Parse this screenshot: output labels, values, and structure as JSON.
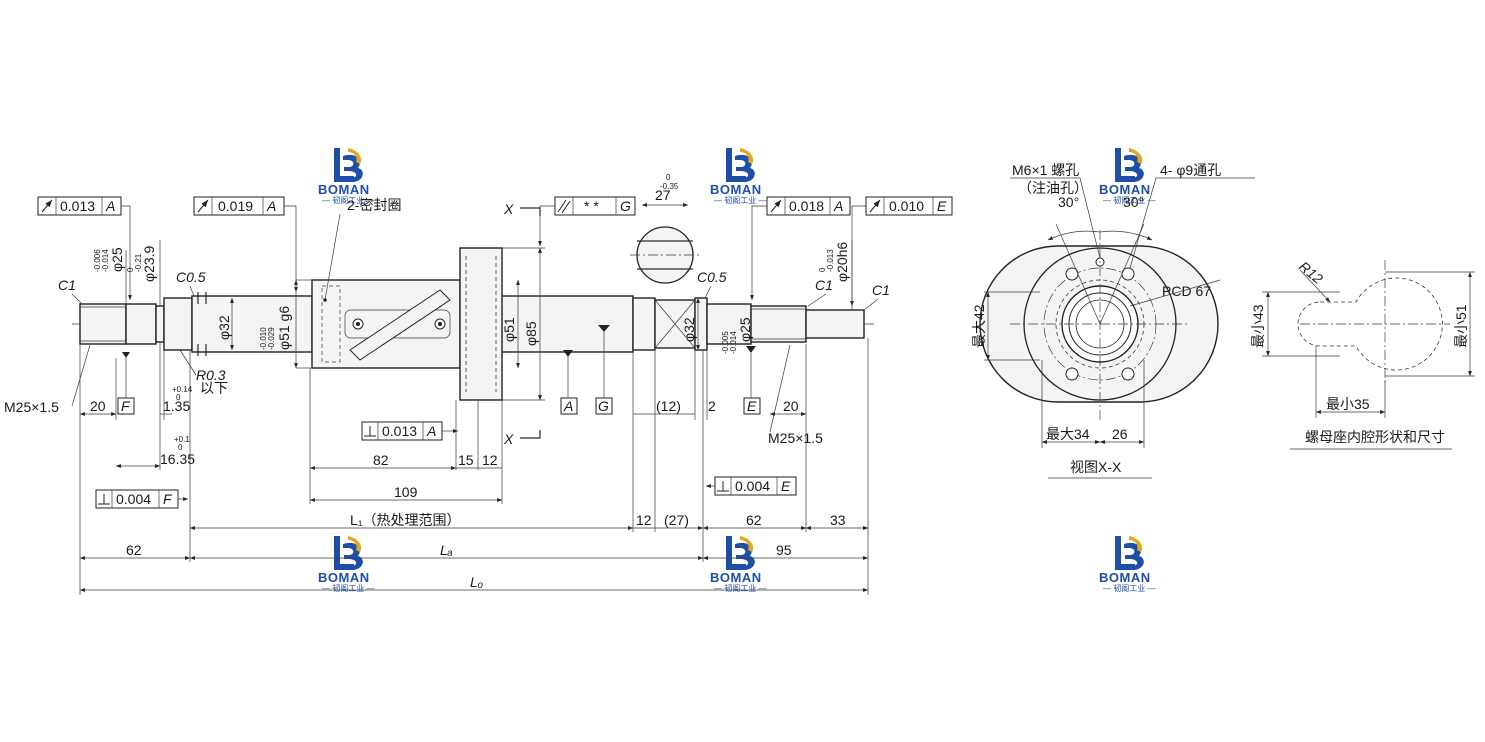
{
  "brand": {
    "name": "BOMAN",
    "subtitle": "— 韧阁工业 —",
    "color_blue": "#1e4fa8",
    "color_gold": "#e0a81f"
  },
  "tolerance_frames": {
    "runout_left": {
      "value": "0.013",
      "datum": "A"
    },
    "runout_mid": {
      "value": "0.019",
      "datum": "A"
    },
    "parallel_nut": {
      "value": "* *",
      "datum": "G"
    },
    "runout_right1": {
      "value": "0.018",
      "datum": "A"
    },
    "runout_right2": {
      "value": "0.010",
      "datum": "E"
    },
    "perp_nut": {
      "value": "0.013",
      "datum": "A"
    },
    "perp_left": {
      "value": "0.004",
      "datum": "F"
    },
    "perp_right": {
      "value": "0.004",
      "datum": "E"
    }
  },
  "labels": {
    "seal": "2-密封圈",
    "section_mark": "X",
    "c1": "C1",
    "c05": "C0.5",
    "r03": "R0.3",
    "r03_note": "以下",
    "thread": "M25×1.5",
    "datum_a": "A",
    "datum_g": "G",
    "datum_e": "E",
    "datum_f": "F",
    "heat_treat": "L₁（热处理范围）",
    "la": "Lₐ",
    "lo": "Lₒ"
  },
  "dims": {
    "phi25_left": "φ25",
    "phi25_left_tol_hi": "-0.006",
    "phi25_left_tol_lo": "-0.014",
    "phi23_9": "φ23.9",
    "phi23_9_tol_hi": "0",
    "phi23_9_tol_lo": "-0.21",
    "phi32": "φ32",
    "phi51g6": "φ51 g6",
    "phi51g6_tol_hi": "-0.010",
    "phi51g6_tol_lo": "-0.029",
    "phi51": "φ51",
    "phi85": "φ85",
    "flat_27": "27",
    "flat_27_tol_hi": "0",
    "flat_27_tol_lo": "-0.35",
    "phi32_r": "φ32",
    "phi25_r": "φ25",
    "phi25_r_tol_hi": "-0.005",
    "phi25_r_tol_lo": "-0.014",
    "phi20h6": "φ20h6",
    "phi20h6_tol_hi": "0",
    "phi20h6_tol_lo": "-0.013",
    "d20_left": "20",
    "d1_35": "1.35",
    "d1_35_tol_hi": "+0.14",
    "d1_35_tol_lo": "0",
    "d16_35": "16.35",
    "d16_35_tol_hi": "+0.1",
    "d16_35_tol_lo": "0",
    "d82": "82",
    "d15": "15",
    "d12": "12",
    "d109": "109",
    "d12b": "(12)",
    "d2": "2",
    "d20_right": "20",
    "d12c": "12",
    "d27p": "(27)",
    "d62_right": "62",
    "d33": "33",
    "d62_left": "62",
    "d95": "95"
  },
  "view_x": {
    "m6": "M6×1 螺孔",
    "oil": "（注油孔）",
    "holes": "4- φ9通孔",
    "a30": "30°",
    "pcd": "PCD 67",
    "max42": "最大42",
    "max34": "最大34",
    "d26": "26",
    "title": "视图X-X"
  },
  "cavity": {
    "r12": "R12",
    "min43": "最小43",
    "min51": "最小51",
    "min35": "最小35",
    "title": "螺母座内腔形状和尺寸"
  }
}
